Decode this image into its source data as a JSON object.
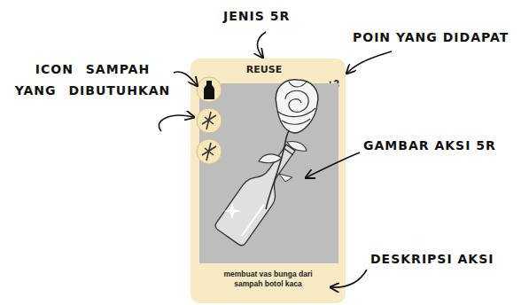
{
  "diagram": {
    "nodes": [
      {
        "text": [
          "+3",
          "membuat vas bunga dari sampah botol kaca"
        ]
      },
      {
        "text": [
          "REUSE"
        ],
        "in": 0
      }
    ],
    "labels": [
      "JENIS 5R",
      "POIN YANG DIDAPAT",
      "ICON SAMPAH YANG DIBUTUHKAN",
      "GAMBAR AKSI 5R",
      "DESKRIPSI AKSI"
    ]
  }
}
